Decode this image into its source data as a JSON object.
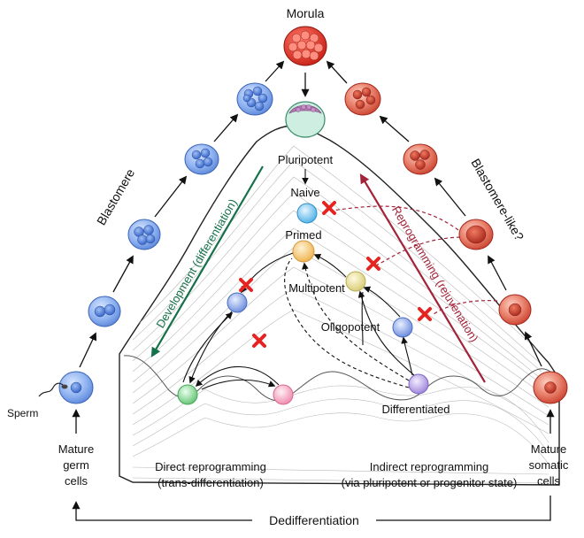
{
  "labels": {
    "morula": "Morula",
    "blastomere": "Blastomere",
    "blastomere_like": "Blastomere-like?",
    "pluripotent": "Pluripotent",
    "naive": "Naive",
    "primed": "Primed",
    "multipotent": "Multipotent",
    "oligopotent": "Oligopotent",
    "differentiated": "Differentiated",
    "sperm": "Sperm",
    "development": "Development (differentiation)",
    "reprogramming": "Reprogramming (rejuvenation)",
    "dedifferentiation": "Dedifferentiation",
    "germ_cells": [
      "Mature",
      "germ",
      "cells"
    ],
    "somatic_cells": [
      "Mature",
      "somatic",
      "cells"
    ],
    "direct_reprogramming": [
      "Direct reprogramming",
      "(trans-differentiation)"
    ],
    "indirect_reprogramming": [
      "Indirect reprogramming",
      "(via pluripotent or progenitor state)"
    ]
  },
  "colors": {
    "blue_cell": "#5a8fe0",
    "red_cell": "#d2493a",
    "development_arrow": "#15714a",
    "reprogramming_arrow": "#a3243a",
    "block_mark": "#e52421",
    "naive_cell": "#6fc2ee",
    "primed_cell": "#f3c46c",
    "multipotent_cell": "#e6dd95",
    "progenitor_cell": "#7b9be0",
    "green_cell": "#86d893",
    "pink_cell": "#f6a8c3",
    "purple_cell": "#b29ce0"
  }
}
